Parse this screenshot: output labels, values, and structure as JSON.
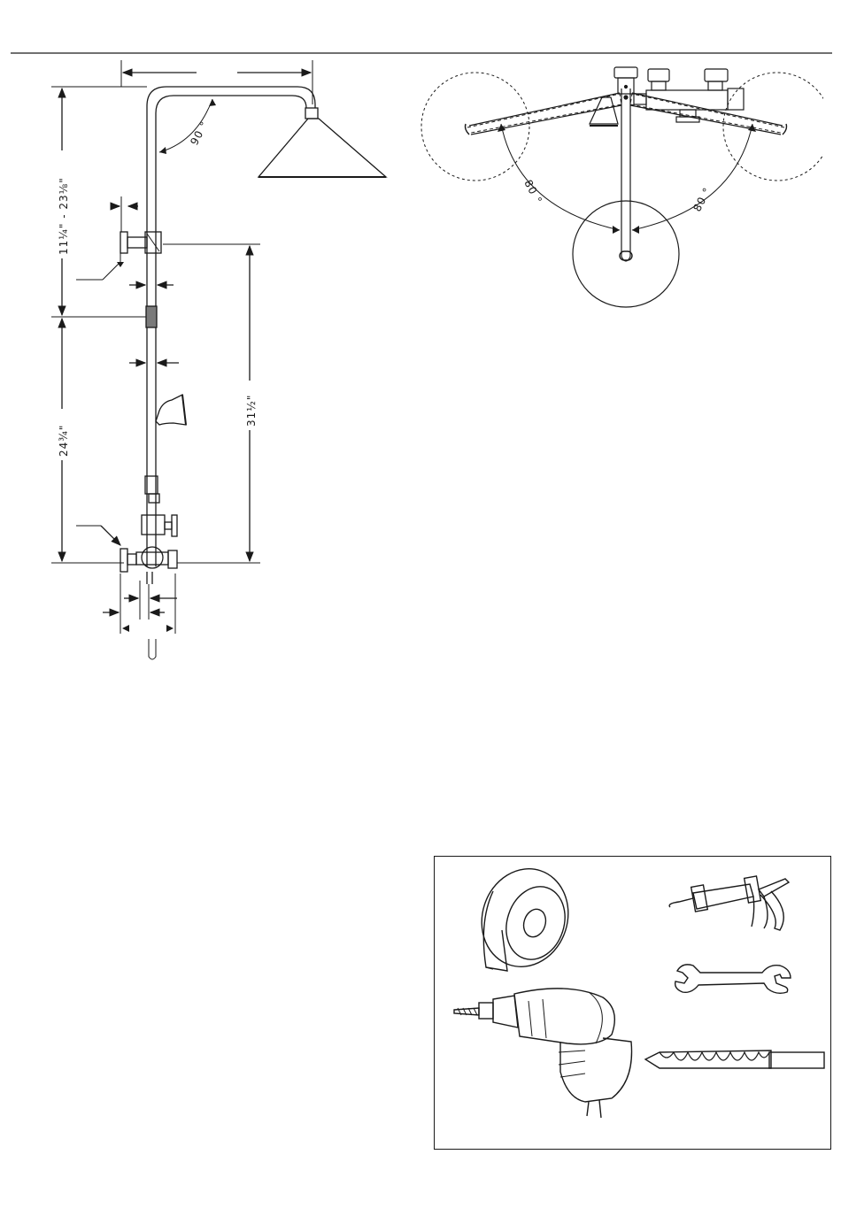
{
  "dimensions": {
    "rain_arm_height": "11¼\" - 23⅛\"",
    "column_height": "31½\"",
    "lower_height": "24¾\"",
    "arm_angle": "90 °",
    "swivel_left": "80 °",
    "swivel_right": "80 °"
  },
  "tools": [
    {
      "name": "thread-seal-tape"
    },
    {
      "name": "caulking-gun"
    },
    {
      "name": "open-end-wrench"
    },
    {
      "name": "power-drill"
    },
    {
      "name": "drill-bit"
    }
  ]
}
